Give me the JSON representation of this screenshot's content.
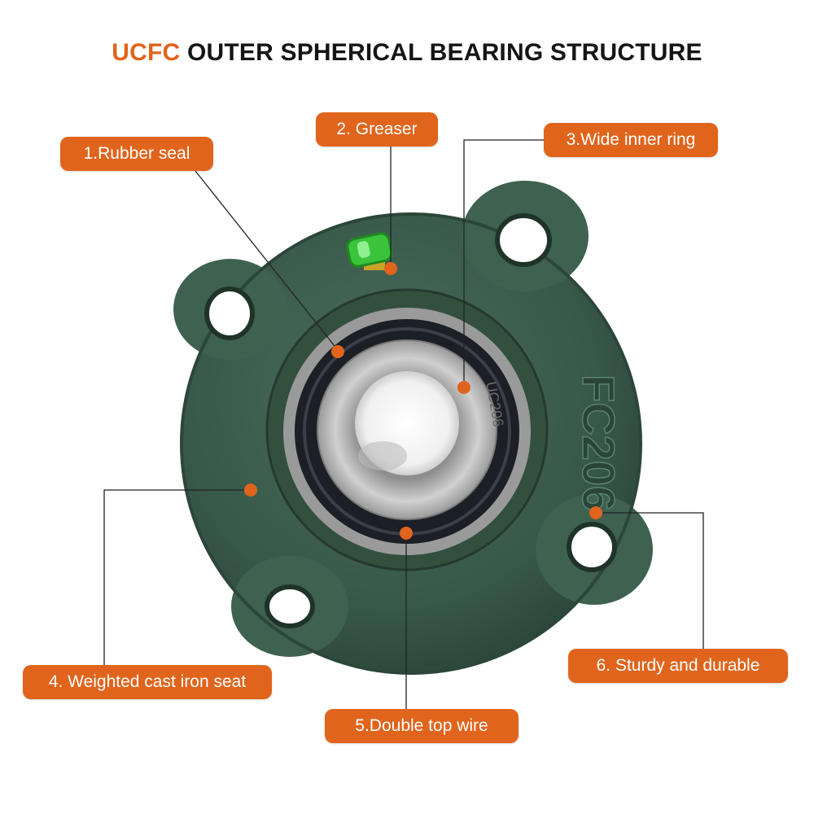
{
  "header": {
    "title_accent": "UCFC",
    "title_rest": "OUTER SPHERICAL BEARING STRUCTURE"
  },
  "housing_marking": "FC206",
  "bearing_marking": "UC206",
  "callouts": [
    {
      "label": "1.Rubber seal"
    },
    {
      "label": "2. Greaser"
    },
    {
      "label": "3.Wide inner ring"
    },
    {
      "label": "4. Weighted cast iron seat"
    },
    {
      "label": "5.Double top wire"
    },
    {
      "label": "6. Sturdy and durable"
    }
  ],
  "colors": {
    "accent": "#e0641c",
    "housing": "#3a5a4a",
    "greaser": "#3bc43b",
    "seal": "#1c1f26",
    "inner_ring": "#b8b8b8"
  }
}
